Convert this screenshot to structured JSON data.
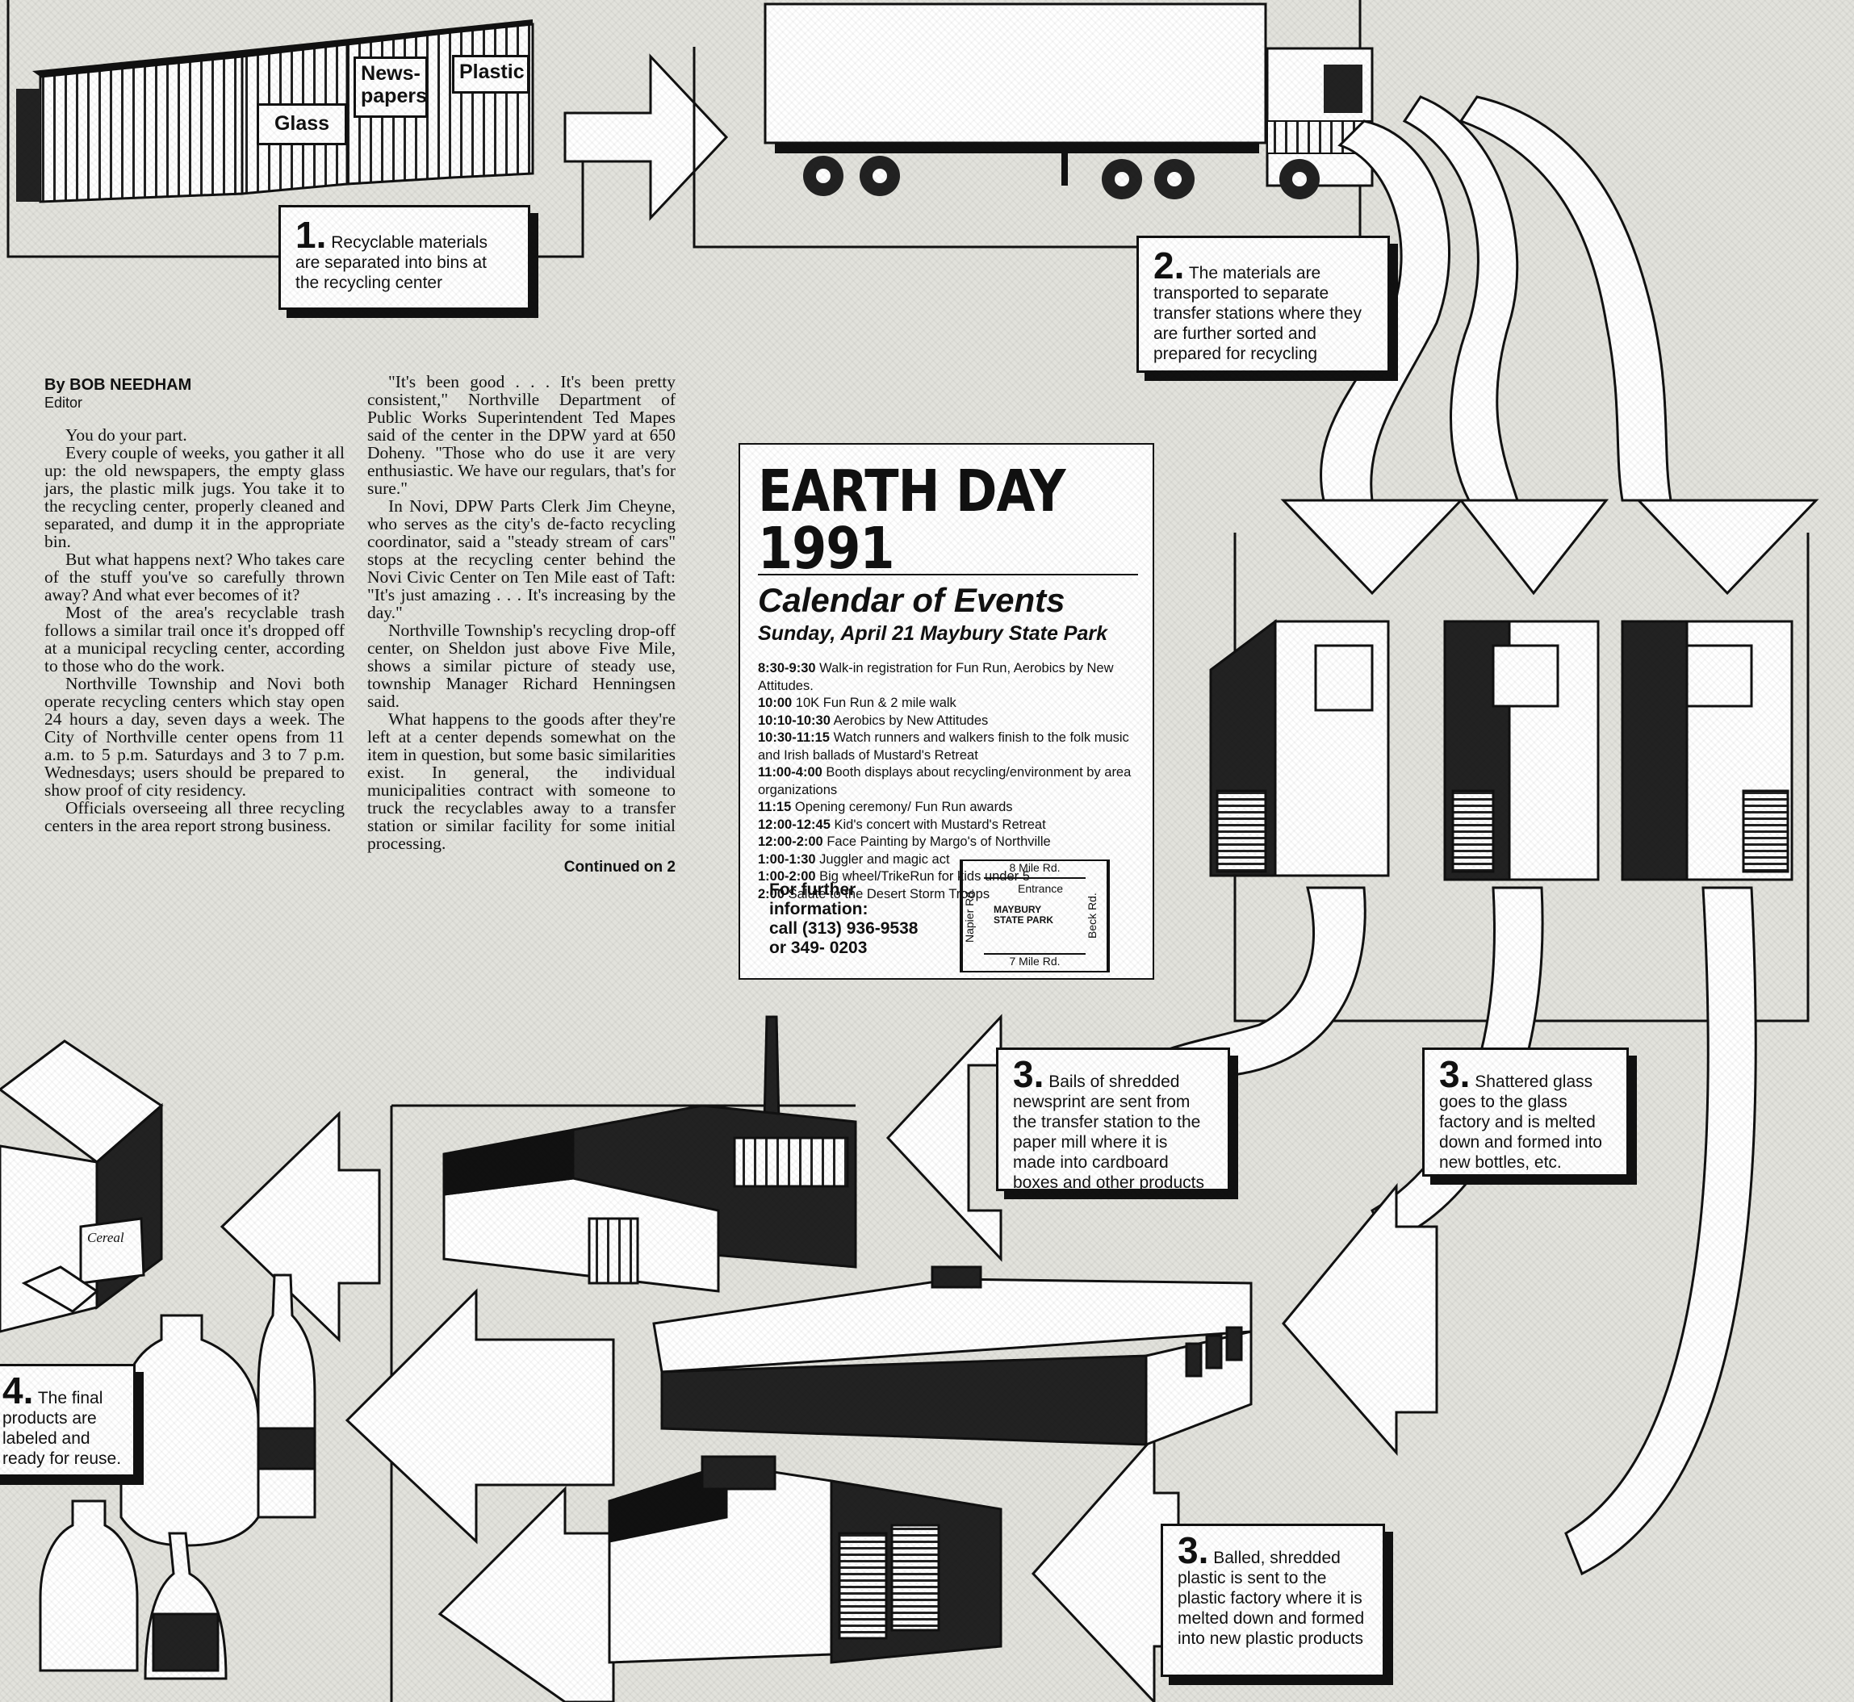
{
  "bins": {
    "glass": "Glass",
    "newspapers": "News-\npapers",
    "plastic": "Plastic"
  },
  "cereal": "Cereal",
  "steps": {
    "s1": {
      "num": "1.",
      "text": "Recyclable materials are separated into bins at the recycling center"
    },
    "s2": {
      "num": "2.",
      "text": "The materials are transported to separate transfer stations where they are further sorted and prepared for recycling"
    },
    "s3a": {
      "num": "3.",
      "text": "Bails of shredded newsprint are sent from the transfer station to the paper mill where it is made into cardboard boxes and other products"
    },
    "s3b": {
      "num": "3.",
      "text": "Shattered glass goes to the glass factory and is melted down and formed into new bottles, etc."
    },
    "s3c": {
      "num": "3.",
      "text": "Balled, shredded plastic is sent to the plastic factory where it is melted down and formed into new plastic products"
    },
    "s4": {
      "num": "4.",
      "text": "The final products are labeled and ready for reuse."
    }
  },
  "article": {
    "byline": "By BOB NEEDHAM",
    "role": "Editor",
    "col1": [
      "You do your part.",
      "Every couple of weeks, you gather it all up: the old newspapers, the empty glass jars, the plastic milk jugs. You take it to the recycling center, properly cleaned and separated, and dump it in the appropriate bin.",
      "But what happens next? Who takes care of the stuff you've so carefully thrown away? And what ever becomes of it?",
      "Most of the area's recyclable trash follows a similar trail once it's dropped off at a municipal recycling center, according to those who do the work.",
      "Northville Township and Novi both operate recycling centers which stay open 24 hours a day, seven days a week. The City of Northville center opens from 11 a.m. to 5 p.m. Saturdays and 3 to 7 p.m. Wednesdays; users should be prepared to show proof of city residency.",
      "Officials overseeing all three recycling centers in the area report strong business."
    ],
    "col2": [
      "\"It's been good . . . It's been pretty consistent,\" Northville Department of Public Works Superintendent Ted Mapes said of the center in the DPW yard at 650 Doheny. \"Those who do use it are very enthusiastic. We have our regulars, that's for sure.\"",
      "In Novi, DPW Parts Clerk Jim Cheyne, who serves as the city's de-facto recycling coordinator, said a \"steady stream of cars\" stops at the recycling center behind the Novi Civic Center on Ten Mile east of Taft: \"It's just amazing . . . It's increasing by the day.\"",
      "Northville Township's recycling drop-off center, on Sheldon just above Five Mile, shows a similar picture of steady use, township Manager Richard Henningsen said.",
      "What happens to the goods after they're left at a center depends somewhat on the item in question, but some basic similarities exist. In general, the individual municipalities contract with someone to truck the recyclables away to a transfer station or similar facility for some initial processing."
    ],
    "continued": "Continued on 2"
  },
  "calendar": {
    "title": "EARTH DAY 1991",
    "subtitle": "Calendar of Events",
    "when": "Sunday, April 21   Maybury State Park",
    "events": [
      {
        "t": "8:30-9:30",
        "d": "Walk-in registration for Fun Run, Aerobics by New Attitudes."
      },
      {
        "t": "10:00",
        "d": "10K Fun Run & 2 mile walk"
      },
      {
        "t": "10:10-10:30",
        "d": "Aerobics by New Attitudes"
      },
      {
        "t": "10:30-11:15",
        "d": "Watch runners and walkers finish to the folk music and Irish ballads of Mustard's Retreat"
      },
      {
        "t": "11:00-4:00",
        "d": "Booth displays about recycling/environment by area organizations"
      },
      {
        "t": "11:15",
        "d": "Opening ceremony/ Fun Run awards"
      },
      {
        "t": "12:00-12:45",
        "d": "Kid's concert with Mustard's Retreat"
      },
      {
        "t": "12:00-2:00",
        "d": "Face Painting by Margo's of Northville"
      },
      {
        "t": "1:00-1:30",
        "d": "Juggler and magic act"
      },
      {
        "t": "1:00-2:00",
        "d": "Big wheel/TrikeRun for kids under 5"
      },
      {
        "t": "2:00",
        "d": "Salute to the Desert Storm Troops"
      }
    ],
    "info": [
      "For further",
      "information:",
      "call (313) 936-9538",
      "or 349- 0203"
    ],
    "map": {
      "north": "8 Mile Rd.",
      "south": "7 Mile Rd.",
      "west": "Napier Rd.",
      "east": "Beck Rd.",
      "entrance": "Entrance",
      "park": "MAYBURY\nSTATE PARK"
    }
  }
}
